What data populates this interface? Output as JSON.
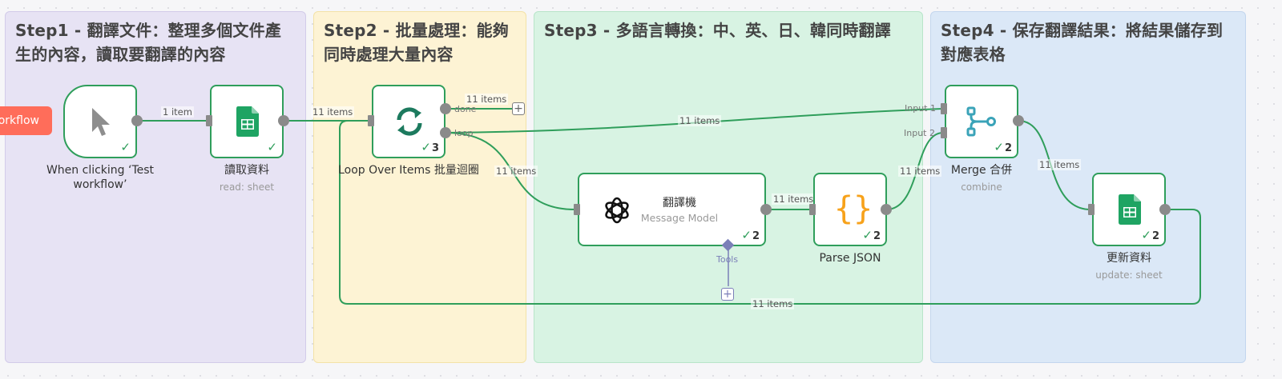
{
  "stickies": [
    {
      "title": "Step1 - 翻譯文件：整理多個文件產生的內容，讀取要翻譯的內容"
    },
    {
      "title": "Step2 - 批量處理：能夠同時處理大量內容"
    },
    {
      "title": "Step3 - 多語言轉換：中、英、日、韓同時翻譯"
    },
    {
      "title": "Step4 - 保存翻譯結果：將結果儲存到對應表格"
    }
  ],
  "test_button": {
    "label": "orkflow"
  },
  "nodes": {
    "trigger": {
      "name": "When clicking ‘Test workflow’",
      "icon": "cursor-icon"
    },
    "read": {
      "name": "讀取資料",
      "subtitle": "read: sheet",
      "icon": "google-sheets-icon"
    },
    "loop": {
      "name": "Loop Over Items 批量迴圈",
      "runs": "3",
      "icon": "refresh-icon"
    },
    "translator": {
      "name": "翻譯機",
      "subtitle": "Message Model",
      "runs": "2",
      "icon": "openai-icon"
    },
    "parse": {
      "name": "Parse JSON",
      "runs": "2",
      "icon": "code-braces-icon"
    },
    "merge": {
      "name": "Merge 合併",
      "subtitle": "combine",
      "runs": "2",
      "icon": "merge-icon"
    },
    "update": {
      "name": "更新資料",
      "subtitle": "update: sheet",
      "runs": "2",
      "icon": "google-sheets-icon"
    }
  },
  "ports": {
    "done": "done",
    "loop": "loop",
    "input1": "Input 1",
    "input2": "Input 2",
    "tools": "Tools"
  },
  "edges": {
    "trigger_read": "1 item",
    "read_loop": "11 items",
    "loop_done": "11 items",
    "loop_merge": "11 items",
    "loop_translator": "11 items",
    "translator_parse": "11 items",
    "parse_merge": "11 items",
    "merge_update": "11 items",
    "update_loop": "11 items"
  },
  "colors": {
    "success": "#2f9e5b",
    "test_button": "#ff6d5a",
    "sheets": "#1fa463",
    "loop_icon": "#1c7a5e",
    "merge_icon": "#3aa3b8",
    "json_icon": "#f7a21b",
    "tools": "#7b7fb8"
  }
}
